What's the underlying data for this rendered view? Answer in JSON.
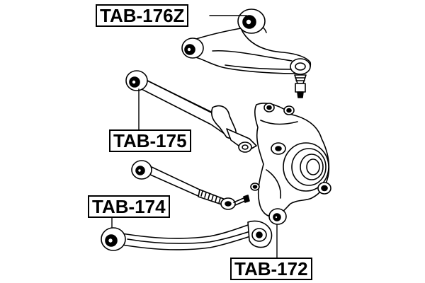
{
  "labels": {
    "tab_176z": "TAB-176Z",
    "tab_175": "TAB-175",
    "tab_174": "TAB-174",
    "tab_172": "TAB-172"
  }
}
